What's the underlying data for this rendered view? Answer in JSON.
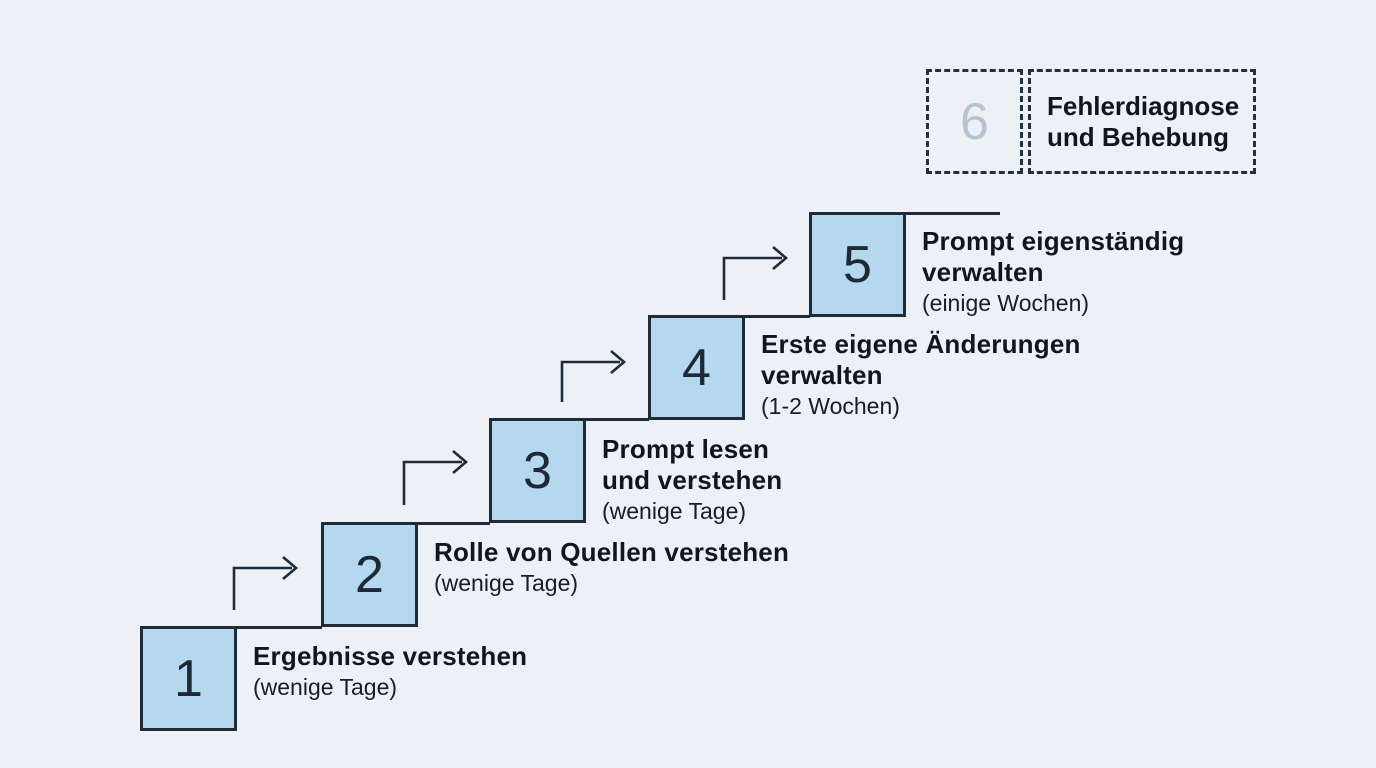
{
  "diagram": {
    "title_semantic": "learning-staircase",
    "colors": {
      "background": "#edf1f6",
      "box_fill": "#b5d8ee",
      "box_border": "#1e2b38",
      "line_color": "#1f2b38",
      "text_color": "#10161d",
      "muted_number_color": "#b6c4d2"
    },
    "steps": [
      {
        "number": "1",
        "label": "Ergebnisse verstehen",
        "duration": "(wenige Tage)"
      },
      {
        "number": "2",
        "label": "Rolle von Quellen verstehen",
        "duration": "(wenige Tage)"
      },
      {
        "number": "3",
        "label": "Prompt lesen und verstehen",
        "duration": "(wenige Tage)"
      },
      {
        "number": "4",
        "label": "Erste eigene Änderungen verwalten",
        "duration": "(1-2 Wochen)"
      },
      {
        "number": "5",
        "label": "Prompt eigenständig verwalten",
        "duration": "(einige Wochen)"
      }
    ],
    "future_step": {
      "number": "6",
      "label": "Fehlerdiagnose und Behebung"
    }
  }
}
